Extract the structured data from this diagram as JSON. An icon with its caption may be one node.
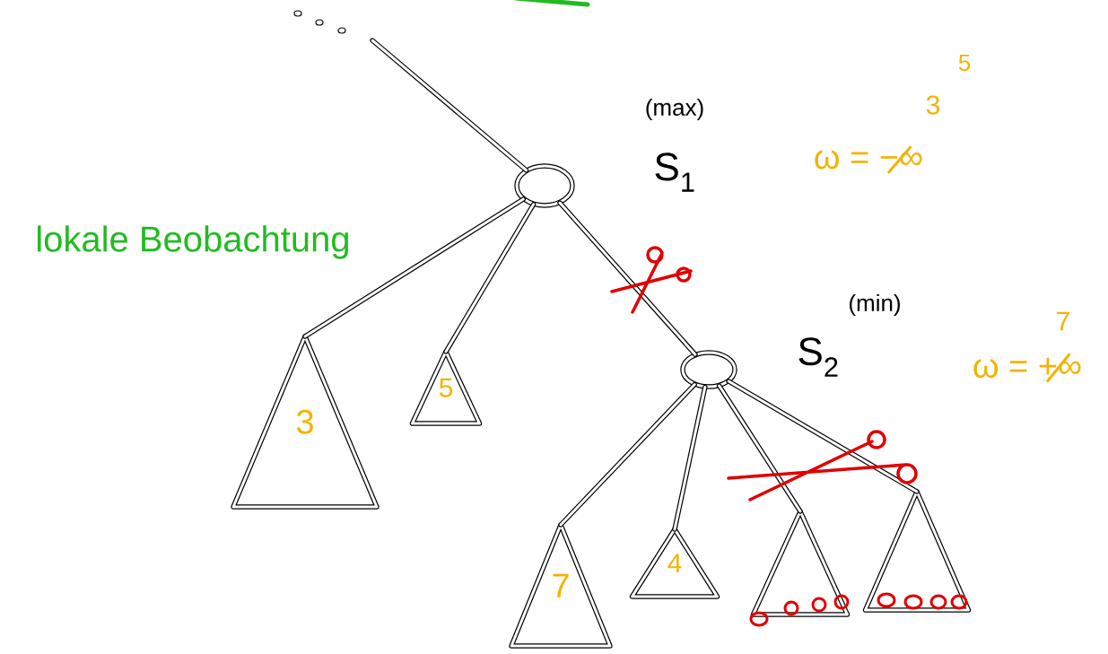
{
  "diagram": {
    "nodes": [
      {
        "text": [],
        "shape": "circle",
        "beside": [
          "(max)",
          "S$_{1}$"
        ]
      },
      {
        "text": [
          "3"
        ]
      },
      {
        "text": [
          "5"
        ]
      },
      {
        "text": [],
        "shape": "circle",
        "beside": [
          "(min)",
          "S$_{2}$"
        ]
      },
      {
        "text": [
          "7"
        ]
      },
      {
        "text": [
          "4"
        ]
      },
      {
        "text": [],
        "shape": "triangle"
      },
      {
        "text": [],
        "shape": "triangle"
      }
    ],
    "edges": [
      {
        "from": null,
        "to": 0,
        "arrow": "none"
      },
      {
        "from": 0,
        "to": 1,
        "arrow": "none"
      },
      {
        "from": 0,
        "to": 2,
        "arrow": "none"
      },
      {
        "from": 0,
        "to": 3,
        "arrow": "none"
      },
      {
        "from": 3,
        "to": 4,
        "arrow": "none"
      },
      {
        "from": 3,
        "to": 5,
        "arrow": "none"
      },
      {
        "from": 3,
        "to": 6,
        "arrow": "none"
      },
      {
        "from": 3,
        "to": 7,
        "arrow": "none"
      }
    ],
    "labels": [
      "lokale Beobachtung",
      "ω = −∞",
      "3",
      "5",
      "ω = +∞",
      "7"
    ]
  }
}
